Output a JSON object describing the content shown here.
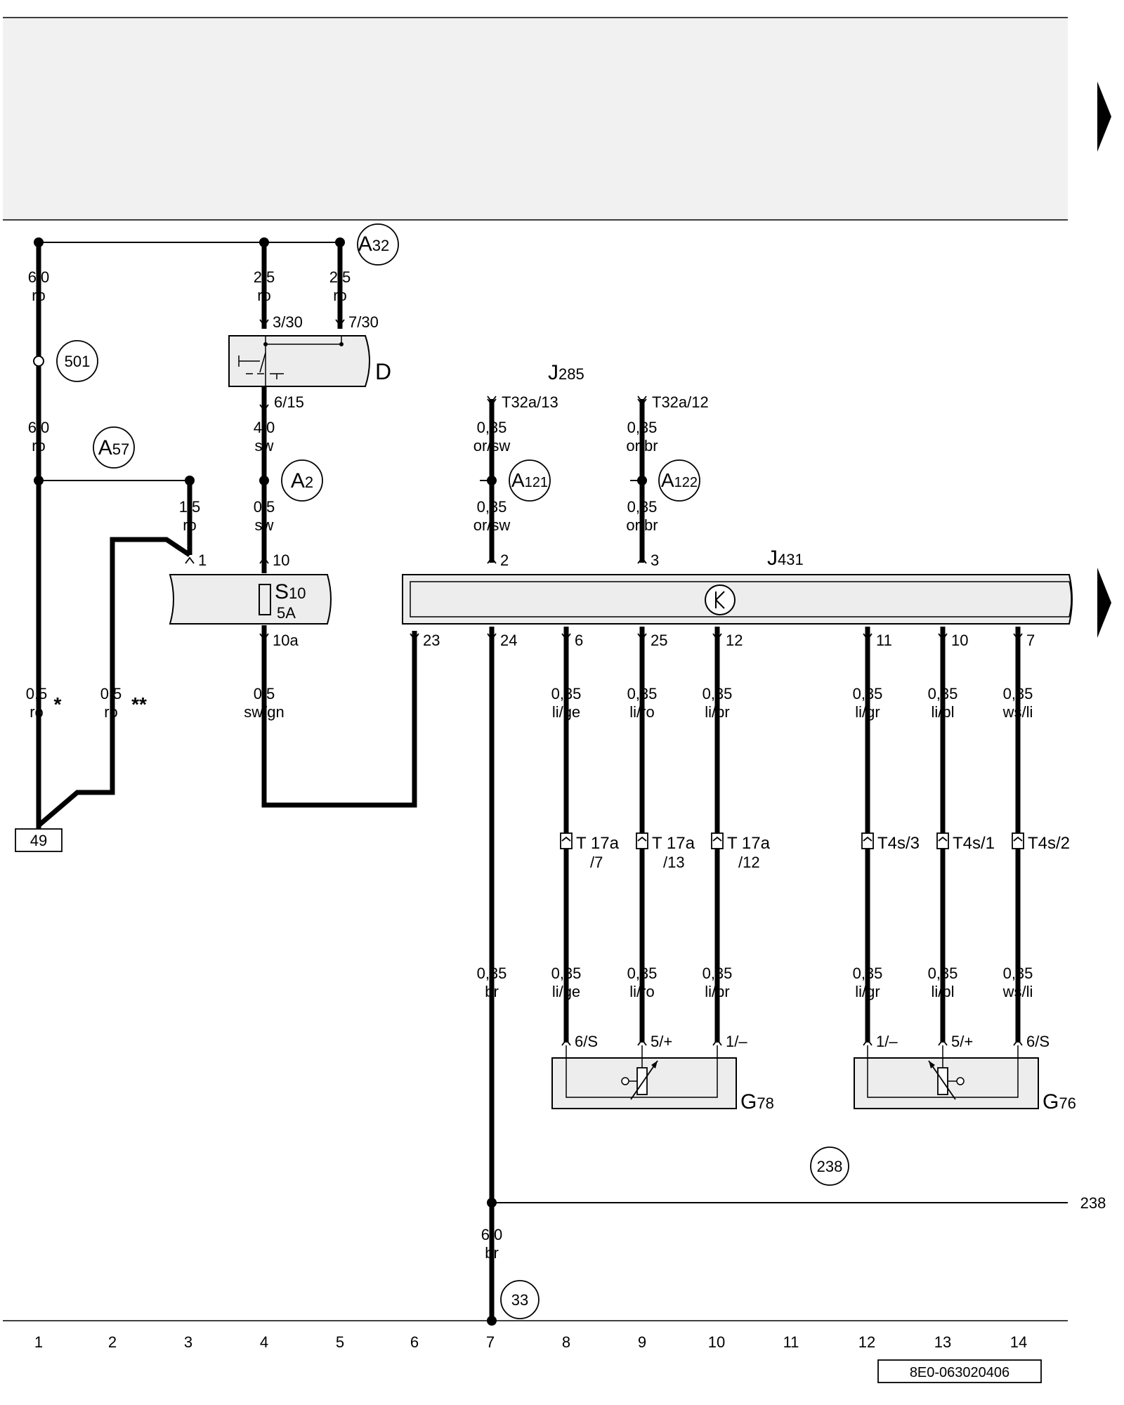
{
  "page": {
    "doc_number": "8E0-063020406",
    "columns": [
      "1",
      "2",
      "3",
      "4",
      "5",
      "6",
      "7",
      "8",
      "9",
      "10",
      "11",
      "12",
      "13",
      "14"
    ]
  },
  "refs": {
    "A32": "A",
    "A32_sub": "32",
    "A57": "A",
    "A57_sub": "57",
    "A2": "A",
    "A2_sub": "2",
    "A121": "A",
    "A121_sub": "121",
    "A122": "A",
    "A122_sub": "122",
    "n501": "501",
    "n238": "238",
    "n33": "33",
    "right_238": "238",
    "box_49": "49"
  },
  "components": {
    "D": "D",
    "J285": "J",
    "J285_sub": "285",
    "J431": "J",
    "J431_sub": "431",
    "S10": "S",
    "S10_sub": "10",
    "S10_rating": "5A",
    "G78": "G",
    "G78_sub": "78",
    "G76": "G",
    "G76_sub": "76"
  },
  "pins": {
    "d_3_30": "3/30",
    "d_7_30": "7/30",
    "d_6_15": "6/15",
    "t32a_13": "T32a/13",
    "t32a_12": "T32a/12",
    "s_1": "1",
    "s_10": "10",
    "s_10a": "10a",
    "j_2": "2",
    "j_3": "3",
    "j_23": "23",
    "j_24": "24",
    "j_6": "6",
    "j_25": "25",
    "j_12": "12",
    "j_11": "11",
    "j_10": "10",
    "j_7": "7",
    "g78_6s": "6/S",
    "g78_5p": "5/+",
    "g78_1m": "1/–",
    "g76_1m": "1/–",
    "g76_5p": "5/+",
    "g76_6s": "6/S"
  },
  "connectors": {
    "t17a_7": "T 17a",
    "t17a_7_pin": "/7",
    "t17a_13": "T 17a",
    "t17a_13_pin": "/13",
    "t17a_12": "T 17a",
    "t17a_12_pin": "/12",
    "t4s_3": "T4s/3",
    "t4s_1": "T4s/1",
    "t4s_2": "T4s/2"
  },
  "wires": {
    "c1_top": {
      "size": "6,0",
      "color": "ro"
    },
    "c1_mid": {
      "size": "6,0",
      "color": "ro"
    },
    "c1_low": {
      "size": "0,5",
      "color": "ro",
      "mark": "*"
    },
    "c2_low": {
      "size": "0,5",
      "color": "ro",
      "mark": "**"
    },
    "c3_a": {
      "size": "1,5",
      "color": "ro"
    },
    "c4_top": {
      "size": "2,5",
      "color": "ro"
    },
    "c5_top": {
      "size": "2,5",
      "color": "ro"
    },
    "c4_mid": {
      "size": "4,0",
      "color": "sw"
    },
    "c4_b": {
      "size": "0,5",
      "color": "sw"
    },
    "c4_low": {
      "size": "0,5",
      "color": "sw/gn"
    },
    "c7_top": {
      "size": "0,35",
      "color": "or/sw"
    },
    "c7_b": {
      "size": "0,35",
      "color": "or/sw"
    },
    "c9_top": {
      "size": "0,35",
      "color": "or/br"
    },
    "c9_b": {
      "size": "0,35",
      "color": "or/br"
    },
    "c8_a": {
      "size": "0,35",
      "color": "li/ge"
    },
    "c9_a": {
      "size": "0,35",
      "color": "li/ro"
    },
    "c10_a": {
      "size": "0,35",
      "color": "li/br"
    },
    "c12_a": {
      "size": "0,35",
      "color": "li/gr"
    },
    "c13_a": {
      "size": "0,35",
      "color": "li/bl"
    },
    "c14_a": {
      "size": "0,35",
      "color": "ws/li"
    },
    "c7_mid": {
      "size": "0,35",
      "color": "br"
    },
    "c8_b": {
      "size": "0,35",
      "color": "li/ge"
    },
    "c9_c": {
      "size": "0,35",
      "color": "li/ro"
    },
    "c10_b": {
      "size": "0,35",
      "color": "li/br"
    },
    "c12_b": {
      "size": "0,35",
      "color": "li/gr"
    },
    "c13_b": {
      "size": "0,35",
      "color": "li/bl"
    },
    "c14_b": {
      "size": "0,35",
      "color": "ws/li"
    },
    "c7_bot": {
      "size": "6,0",
      "color": "br"
    }
  }
}
